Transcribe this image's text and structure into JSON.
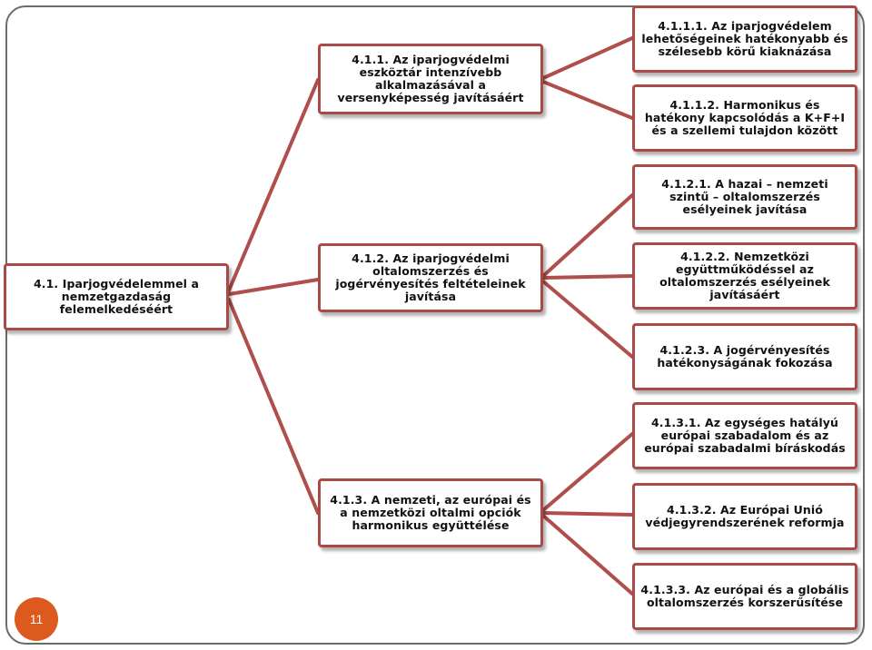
{
  "slide_number": "11",
  "colors": {
    "box_border": "#a94a47",
    "connector": "#b04e4b",
    "badge": "#dd5a1e",
    "frame": "#6b6b6b"
  },
  "nodes": {
    "root": "4.1. Iparjogvédelemmel a nemzetgazdaság felemelkedéséért",
    "n411": "4.1.1. Az iparjogvédelmi eszköztár intenzívebb alkalmazásával a versenyképesség javításáért",
    "n412": "4.1.2. Az iparjogvédelmi oltalomszerzés és jogérvényesítés feltételeinek javítása",
    "n413": "4.1.3. A nemzeti, az európai és a nemzetközi oltalmi opciók harmonikus együttélése",
    "n4111": "4.1.1.1. Az iparjogvédelem lehetőségeinek hatékonyabb és szélesebb körű kiaknázása",
    "n4112": "4.1.1.2. Harmonikus és hatékony kapcsolódás a K+F+I és a szellemi tulajdon között",
    "n4121": "4.1.2.1. A hazai – nemzeti szintű – oltalomszerzés esélyeinek javítása",
    "n4122": "4.1.2.2. Nemzetközi együttműködéssel az oltalomszerzés esélyeinek javításáért",
    "n4123": "4.1.2.3. A jogérvényesítés hatékonyságának fokozása",
    "n4131": "4.1.3.1. Az egységes hatályú európai szabadalom és az európai szabadalmi bíráskodás",
    "n4132": "4.1.3.2. Az Európai Unió védjegyrendszerének reformja",
    "n4133": "4.1.3.3. Az európai és a globális oltalomszerzés korszerűsítése"
  }
}
